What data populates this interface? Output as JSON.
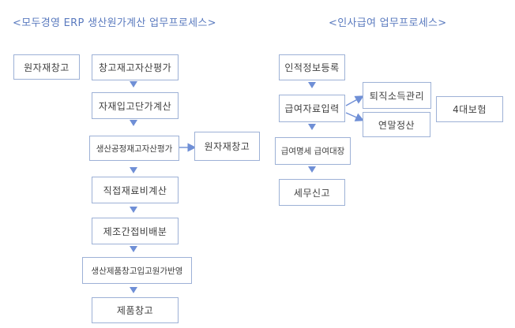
{
  "titles": {
    "left": "<모두경영 ERP 생산원가계산 업무프로세스>",
    "right": "<인사급여 업무프로세스>"
  },
  "production": {
    "raw_material_warehouse_in": "원자재창고",
    "warehouse_valuation": "창고재고자산평가",
    "raw_material_unit_cost": "자재입고단가계산",
    "production_process_valuation": "생산공정재고자산평가",
    "raw_material_warehouse_out": "원자재창고",
    "direct_material_cost": "직접재료비계산",
    "overhead_allocation": "제조간접비배분",
    "finished_goods_cost": "생산제품창고입고원가반영",
    "finished_goods_warehouse": "제품창고"
  },
  "hr": {
    "personnel_registration": "인적정보등록",
    "payroll_entry": "급여자료입력",
    "retirement_income": "퇴직소득관리",
    "social_insurance": "4대보험",
    "year_end_settlement": "연말정산",
    "payroll_ledger": "급여명세 급여대장",
    "tax_report": "세무신고"
  },
  "colors": {
    "title": "#5b7bbf",
    "box_border": "#9db1d6",
    "arrow": "#6f8fd6"
  }
}
